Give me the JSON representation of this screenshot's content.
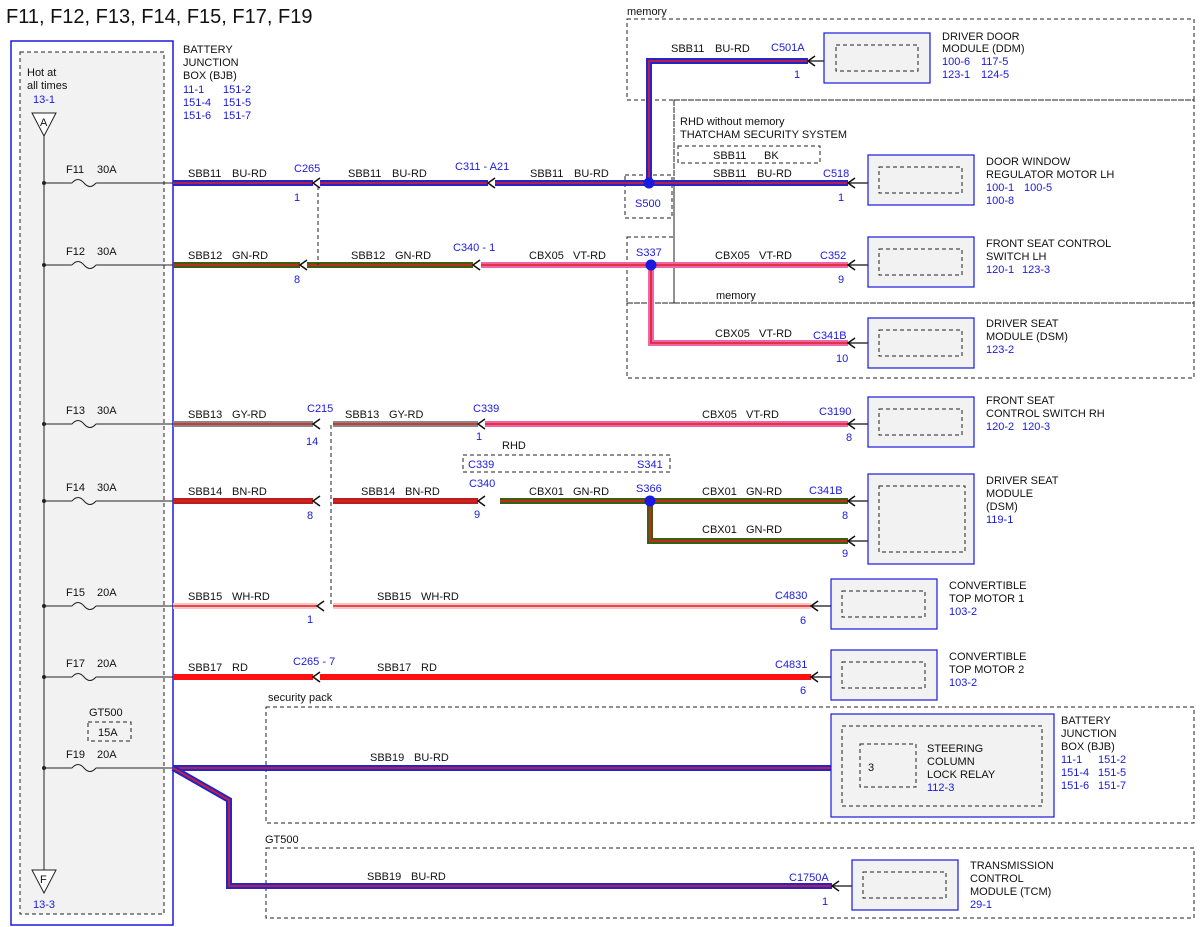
{
  "title": "F11, F12, F13, F14, F15, F17, F19",
  "colors": {
    "BU-RD": "#2424c8",
    "GN-RD": "#3d5e12",
    "VT-RD": "#ee66aa",
    "GY-RD": "#888888",
    "BN-RD": "#b82020",
    "WH-RD": "#e04040",
    "RD": "#ff1010",
    "stripe": "#e02020",
    "text_blue": "#1a1adf"
  },
  "bjb": {
    "name_lines": [
      "BATTERY",
      "JUNCTION",
      "BOX (BJB)"
    ],
    "refs": [
      "11-1",
      "151-2",
      "151-4",
      "151-5",
      "151-6",
      "151-7"
    ],
    "hot_lines": [
      "Hot at",
      "all times"
    ],
    "hot_ref": "13-1",
    "top_symbol": "A",
    "bottom_symbol": "F",
    "bottom_ref": "13-3",
    "gt500_label": "GT500",
    "gt500_fuse": "15A"
  },
  "fuses": [
    {
      "name": "F11",
      "amps": "30A"
    },
    {
      "name": "F12",
      "amps": "30A"
    },
    {
      "name": "F13",
      "amps": "30A"
    },
    {
      "name": "F14",
      "amps": "30A"
    },
    {
      "name": "F15",
      "amps": "20A"
    },
    {
      "name": "F17",
      "amps": "20A"
    },
    {
      "name": "F19",
      "amps": "20A"
    }
  ],
  "wires": [
    {
      "circuit": "SBB11",
      "color": "BU-RD"
    },
    {
      "circuit": "SBB11",
      "color": "BU-RD"
    },
    {
      "circuit": "SBB11",
      "color": "BU-RD"
    },
    {
      "circuit": "SBB11",
      "color": "BU-RD"
    },
    {
      "circuit": "SBB11",
      "color": "BU-RD"
    },
    {
      "circuit": "SBB11",
      "color": "BK"
    },
    {
      "circuit": "SBB12",
      "color": "GN-RD"
    },
    {
      "circuit": "SBB12",
      "color": "GN-RD"
    },
    {
      "circuit": "CBX05",
      "color": "VT-RD"
    },
    {
      "circuit": "CBX05",
      "color": "VT-RD"
    },
    {
      "circuit": "CBX05",
      "color": "VT-RD"
    },
    {
      "circuit": "SBB13",
      "color": "GY-RD"
    },
    {
      "circuit": "SBB13",
      "color": "GY-RD"
    },
    {
      "circuit": "CBX05",
      "color": "VT-RD"
    },
    {
      "circuit": "SBB14",
      "color": "BN-RD"
    },
    {
      "circuit": "SBB14",
      "color": "BN-RD"
    },
    {
      "circuit": "CBX01",
      "color": "GN-RD"
    },
    {
      "circuit": "CBX01",
      "color": "GN-RD"
    },
    {
      "circuit": "CBX01",
      "color": "GN-RD"
    },
    {
      "circuit": "SBB15",
      "color": "WH-RD"
    },
    {
      "circuit": "SBB15",
      "color": "WH-RD"
    },
    {
      "circuit": "SBB17",
      "color": "RD"
    },
    {
      "circuit": "SBB17",
      "color": "RD"
    },
    {
      "circuit": "SBB19",
      "color": "BU-RD"
    },
    {
      "circuit": "SBB19",
      "color": "BU-RD"
    }
  ],
  "connectors": {
    "C265": "C265",
    "C265_pin": "1",
    "C311": "C311 - A21",
    "C501A": "C501A",
    "C501A_pin": "1",
    "S500": "S500",
    "C518": "C518",
    "C518_pin": "1",
    "C265b_pin": "8",
    "C340_1": "C340 - 1",
    "S337": "S337",
    "C352": "C352",
    "C352_pin": "9",
    "C341B": "C341B",
    "C341B_pin": "10",
    "C215": "C215",
    "C215_pin": "14",
    "C339": "C339",
    "C339_pin": "1",
    "C3190": "C3190",
    "C3190_pin": "8",
    "C339b": "C339",
    "S341": "S341",
    "C340": "C340",
    "C340_pin": "9",
    "C214_pin": "8",
    "S366": "S366",
    "C341B2": "C341B",
    "C341B2_pin": "8",
    "C341B3_pin": "9",
    "C255_pin": "1",
    "C4830": "C4830",
    "C4830_pin": "6",
    "C265_7": "C265 - 7",
    "C4831": "C4831",
    "C4831_pin": "6",
    "relay_pin": "3",
    "C1750A": "C1750A",
    "C1750A_pin": "1"
  },
  "notes": {
    "memory": "memory",
    "rhd_line1": "RHD without memory",
    "rhd_line2": "THATCHAM SECURITY SYSTEM",
    "memory2": "memory",
    "rhd": "RHD",
    "security": "security pack",
    "gt500": "GT500"
  },
  "components": {
    "ddm": {
      "lines": [
        "DRIVER DOOR",
        "MODULE (DDM)"
      ],
      "refs": [
        "100-6",
        "117-5",
        "123-1",
        "124-5"
      ]
    },
    "dwrm": {
      "lines": [
        "DOOR WINDOW",
        "REGULATOR MOTOR LH"
      ],
      "refs": [
        "100-1",
        "100-5",
        "100-8"
      ]
    },
    "fsc_lh": {
      "lines": [
        "FRONT SEAT CONTROL",
        "SWITCH LH"
      ],
      "refs": [
        "120-1",
        "123-3"
      ]
    },
    "dsm1": {
      "lines": [
        "DRIVER SEAT",
        "MODULE (DSM)"
      ],
      "refs": [
        "123-2"
      ]
    },
    "fsc_rh": {
      "lines": [
        "FRONT SEAT",
        "CONTROL SWITCH RH"
      ],
      "refs": [
        "120-2",
        "120-3"
      ]
    },
    "dsm2": {
      "lines": [
        "DRIVER SEAT",
        "MODULE",
        "(DSM)"
      ],
      "refs": [
        "119-1"
      ]
    },
    "ctm1": {
      "lines": [
        "CONVERTIBLE",
        "TOP MOTOR 1"
      ],
      "refs": [
        "103-2"
      ]
    },
    "ctm2": {
      "lines": [
        "CONVERTIBLE",
        "TOP MOTOR 2"
      ],
      "refs": [
        "103-2"
      ]
    },
    "bjb2": {
      "lines": [
        "BATTERY",
        "JUNCTION",
        "BOX (BJB)"
      ],
      "refs": [
        "11-1",
        "151-2",
        "151-4",
        "151-5",
        "151-6",
        "151-7"
      ]
    },
    "relay": {
      "lines": [
        "STEERING",
        "COLUMN",
        "LOCK RELAY"
      ],
      "refs": [
        "112-3"
      ]
    },
    "tcm": {
      "lines": [
        "TRANSMISSION",
        "CONTROL",
        "MODULE (TCM)"
      ],
      "refs": [
        "29-1"
      ]
    }
  }
}
